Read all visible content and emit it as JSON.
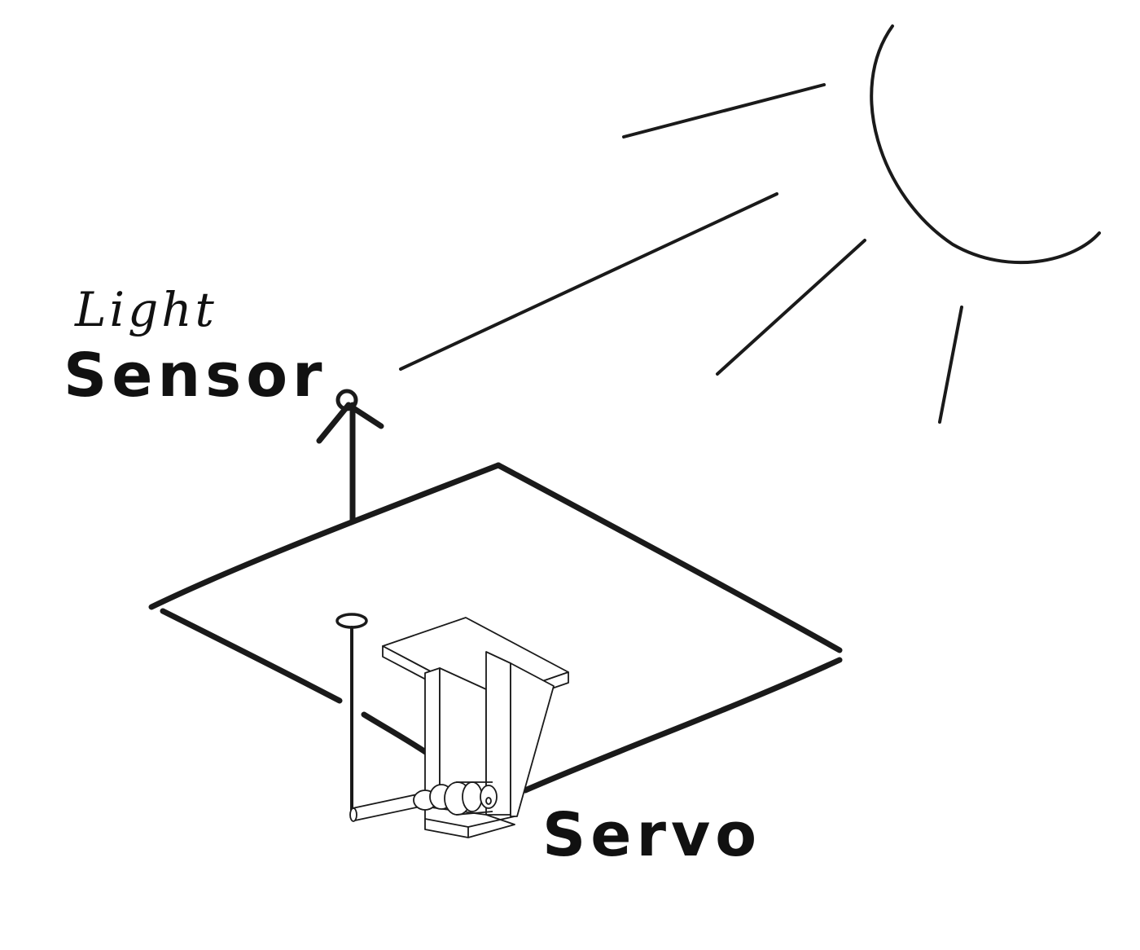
{
  "labels": {
    "light": "Light",
    "sensor": "Sensor",
    "servo": "Servo"
  },
  "colors": {
    "ink": "#1a1a1a",
    "background": "#ffffff"
  }
}
